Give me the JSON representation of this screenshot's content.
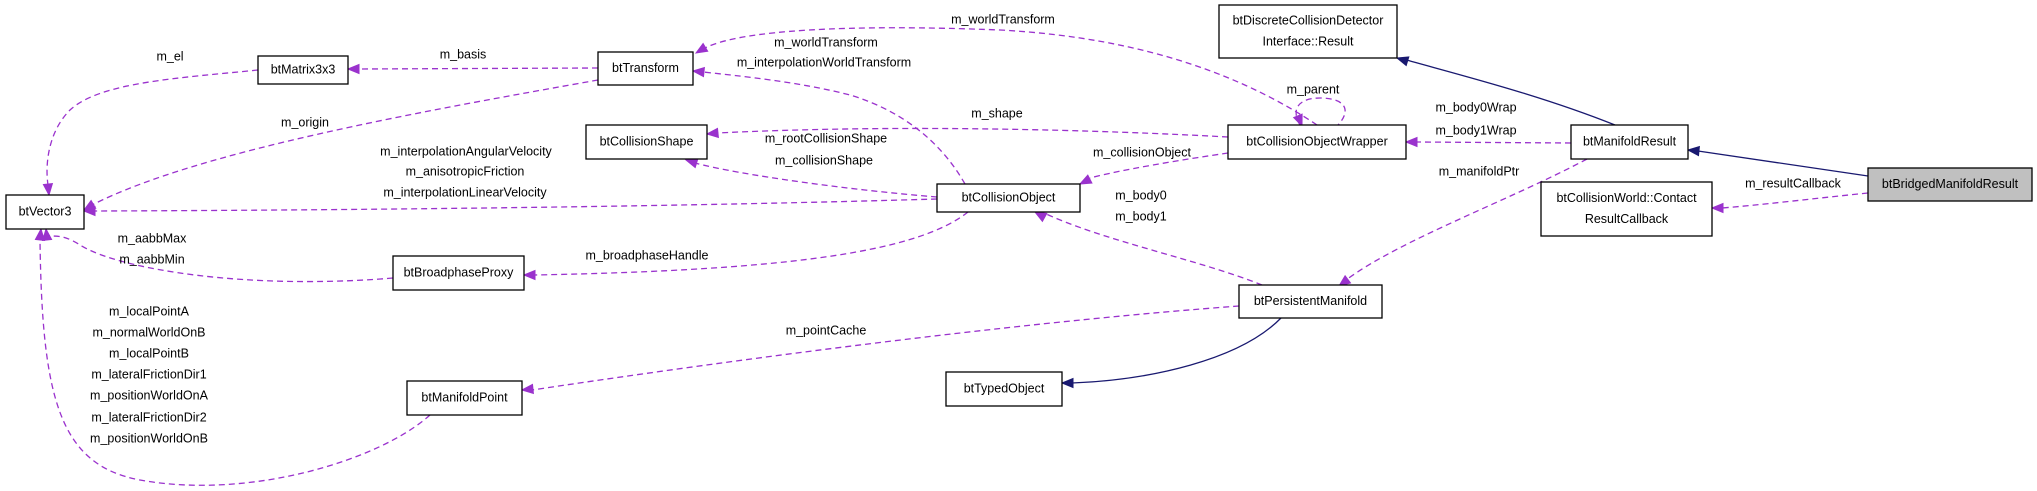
{
  "colors": {
    "member_edge": "#9a32cd",
    "inherit_edge": "#191970",
    "node_border": "#000000",
    "highlight_fill": "#c0c0c0"
  },
  "nodes": {
    "btVector3": {
      "lines": [
        "btVector3"
      ]
    },
    "btMatrix3x3": {
      "lines": [
        "btMatrix3x3"
      ]
    },
    "btTransform": {
      "lines": [
        "btTransform"
      ]
    },
    "btCollisionShape": {
      "lines": [
        "btCollisionShape"
      ]
    },
    "btCollisionObject": {
      "lines": [
        "btCollisionObject"
      ]
    },
    "btBroadphaseProxy": {
      "lines": [
        "btBroadphaseProxy"
      ]
    },
    "btManifoldPoint": {
      "lines": [
        "btManifoldPoint"
      ]
    },
    "btTypedObject": {
      "lines": [
        "btTypedObject"
      ]
    },
    "btPersistentManifold": {
      "lines": [
        "btPersistentManifold"
      ]
    },
    "btCollisionObjectWrapper": {
      "lines": [
        "btCollisionObjectWrapper"
      ]
    },
    "btDiscreteCollisionDetectorInterfaceResult": {
      "lines": [
        "btDiscreteCollisionDetector",
        "Interface::Result"
      ]
    },
    "btManifoldResult": {
      "lines": [
        "btManifoldResult"
      ]
    },
    "btCollisionWorldContactResultCallback": {
      "lines": [
        "btCollisionWorld::Contact",
        "ResultCallback"
      ]
    },
    "btBridgedManifoldResult": {
      "lines": [
        "btBridgedManifoldResult"
      ]
    }
  },
  "edges": {
    "matrix_to_vector": {
      "kind": "member",
      "labels": [
        "m_el"
      ]
    },
    "transform_to_matrix": {
      "kind": "member",
      "labels": [
        "m_basis"
      ]
    },
    "transform_to_vector": {
      "kind": "member",
      "labels": [
        "m_origin"
      ]
    },
    "wrapper_to_transform": {
      "kind": "member",
      "labels": [
        "m_worldTransform"
      ]
    },
    "wrapper_self": {
      "kind": "member",
      "labels": [
        "m_parent"
      ]
    },
    "colobj_to_transform": {
      "kind": "member",
      "labels": [
        "m_worldTransform",
        "m_interpolationWorldTransform"
      ]
    },
    "wrapper_to_shape": {
      "kind": "member",
      "labels": [
        "m_shape"
      ]
    },
    "colobj_to_shape": {
      "kind": "member",
      "labels": [
        "m_rootCollisionShape",
        "m_collisionShape"
      ]
    },
    "colobj_to_vector": {
      "kind": "member",
      "labels": [
        "m_interpolationAngularVelocity",
        "m_anisotropicFriction",
        "m_interpolationLinearVelocity"
      ]
    },
    "wrapper_to_colobj": {
      "kind": "member",
      "labels": [
        "m_collisionObject"
      ]
    },
    "proxy_to_vector": {
      "kind": "member",
      "labels": [
        "m_aabbMax",
        "m_aabbMin"
      ]
    },
    "colobj_to_proxy": {
      "kind": "member",
      "labels": [
        "m_broadphaseHandle"
      ]
    },
    "point_to_vector": {
      "kind": "member",
      "labels": [
        "m_localPointA",
        "m_normalWorldOnB",
        "m_localPointB",
        "m_lateralFrictionDir1",
        "m_positionWorldOnA",
        "m_lateralFrictionDir2",
        "m_positionWorldOnB"
      ]
    },
    "manifold_to_point": {
      "kind": "member",
      "labels": [
        "m_pointCache"
      ]
    },
    "manifold_to_colobj": {
      "kind": "member",
      "labels": [
        "m_body0",
        "m_body1"
      ]
    },
    "manifold_to_typed": {
      "kind": "inherit",
      "labels": []
    },
    "result_to_wrapper": {
      "kind": "member",
      "labels": [
        "m_body0Wrap",
        "m_body1Wrap"
      ]
    },
    "result_to_manifold": {
      "kind": "member",
      "labels": [
        "m_manifoldPtr"
      ]
    },
    "result_to_interface": {
      "kind": "inherit",
      "labels": []
    },
    "bridged_to_result": {
      "kind": "inherit",
      "labels": []
    },
    "bridged_to_callback": {
      "kind": "member",
      "labels": [
        "m_resultCallback"
      ]
    }
  }
}
